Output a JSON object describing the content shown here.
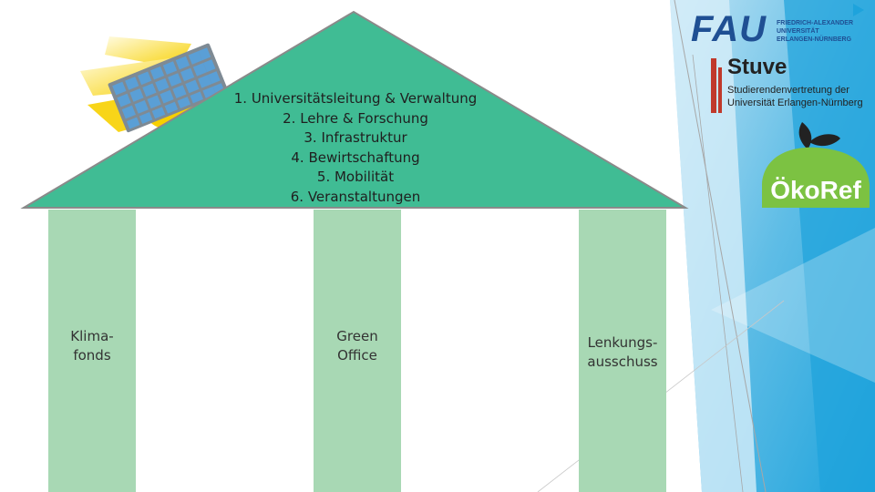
{
  "roof": {
    "color": "#40bc94",
    "items": [
      "1. Universitätsleitung & Verwaltung",
      "2. Lehre & Forschung",
      "3. Infrastruktur",
      "4. Bewirtschaftung",
      "5. Mobilität",
      "6. Veranstaltungen"
    ]
  },
  "pillars": [
    {
      "line1": "Klima-",
      "line2": "fonds"
    },
    {
      "line1": "Green",
      "line2": "Office"
    },
    {
      "line1": "Lenkungs-",
      "line2": "ausschuss"
    }
  ],
  "pillar_color": "#a8d8b4",
  "logos": {
    "fau": {
      "mark": "FAU",
      "line1": "FRIEDRICH-ALEXANDER",
      "line2": "UNIVERSITÄT",
      "line3": "ERLANGEN-NÜRNBERG",
      "color": "#1f4f93"
    },
    "stuve": {
      "title": "Stuve",
      "line1": "Studierendenvertretung der",
      "line2": "Universität Erlangen-Nürnberg",
      "accent": "#c0392b"
    },
    "okoref": {
      "text": "ÖkoRef",
      "color": "#7cc242"
    }
  },
  "icons": [
    "solar-panel-icon",
    "sun-icon",
    "slide-arrow-icon"
  ]
}
